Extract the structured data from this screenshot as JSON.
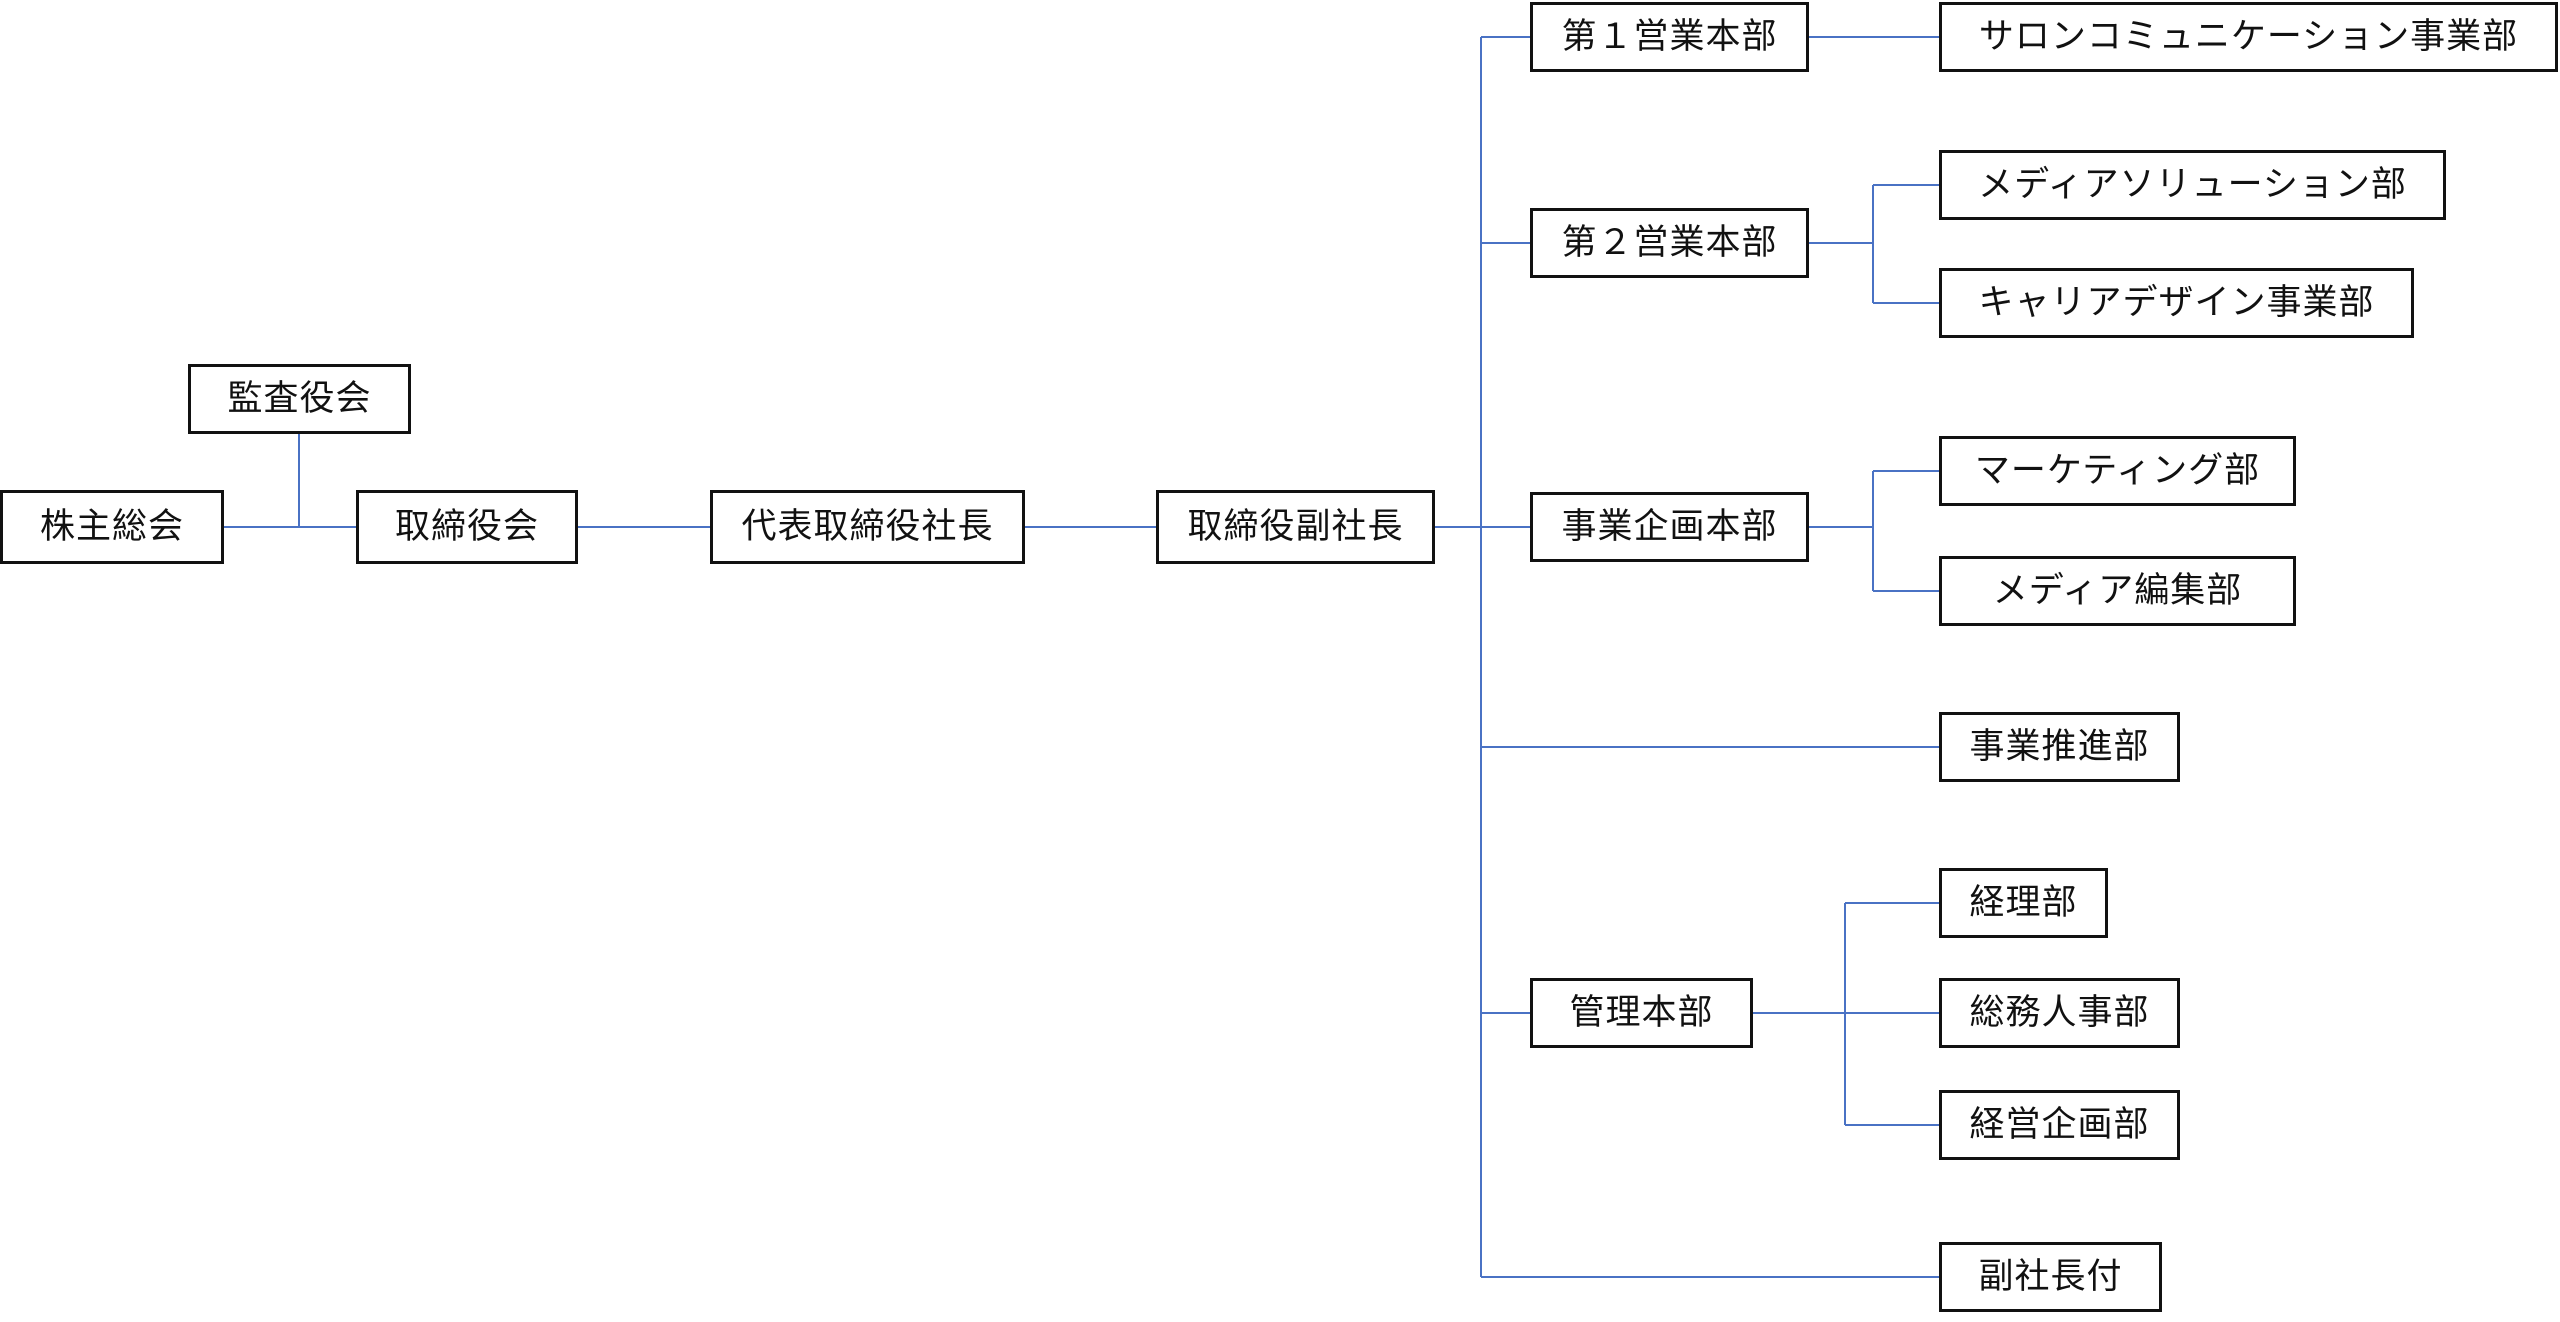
{
  "org_chart": {
    "nodes": {
      "shareholders": "株主総会",
      "auditors": "監査役会",
      "board": "取締役会",
      "ceo": "代表取締役社長",
      "evp": "取締役副社長",
      "sales1": "第１営業本部",
      "sales2": "第２営業本部",
      "planning": "事業企画本部",
      "admin": "管理本部",
      "salon": "サロンコミュニケーション事業部",
      "mediasol": "メディアソリューション部",
      "career": "キャリアデザイン事業部",
      "marketing": "マーケティング部",
      "editorial": "メディア編集部",
      "promotion": "事業推進部",
      "accounting": "経理部",
      "ga_hr": "総務人事部",
      "mgmt_planning": "経営企画部",
      "vp_office": "副社長付"
    },
    "connector_color": "#4a72c4",
    "box_border_color": "#111111",
    "edges": [
      [
        "shareholders",
        "board"
      ],
      [
        "auditors",
        "board"
      ],
      [
        "board",
        "ceo"
      ],
      [
        "ceo",
        "evp"
      ],
      [
        "evp",
        "sales1"
      ],
      [
        "evp",
        "sales2"
      ],
      [
        "evp",
        "planning"
      ],
      [
        "evp",
        "promotion"
      ],
      [
        "evp",
        "admin"
      ],
      [
        "evp",
        "vp_office"
      ],
      [
        "sales1",
        "salon"
      ],
      [
        "sales2",
        "mediasol"
      ],
      [
        "sales2",
        "career"
      ],
      [
        "planning",
        "marketing"
      ],
      [
        "planning",
        "editorial"
      ],
      [
        "admin",
        "accounting"
      ],
      [
        "admin",
        "ga_hr"
      ],
      [
        "admin",
        "mgmt_planning"
      ]
    ]
  }
}
